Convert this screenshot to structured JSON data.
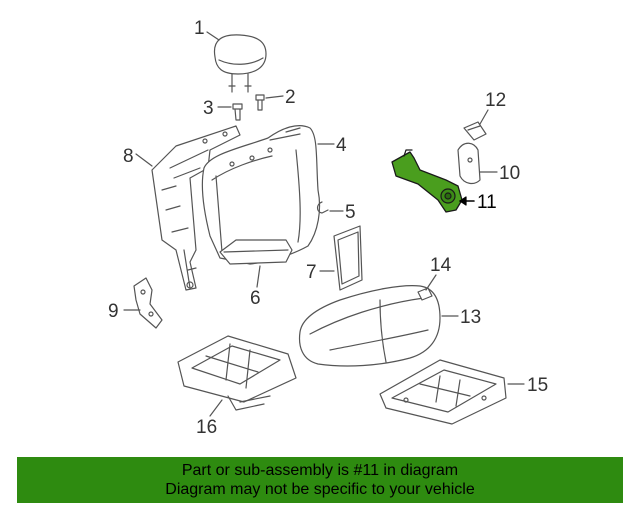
{
  "diagram": {
    "highlight_color": "#4a9e1e",
    "highlighted_part": "11",
    "callouts": [
      "1",
      "2",
      "3",
      "4",
      "5",
      "6",
      "7",
      "8",
      "9",
      "10",
      "11",
      "12",
      "13",
      "14",
      "15",
      "16"
    ]
  },
  "footer": {
    "line1": "Part or sub-assembly is #11 in diagram",
    "line2": "Diagram may not be specific to your vehicle",
    "background": "#2e8b10"
  }
}
